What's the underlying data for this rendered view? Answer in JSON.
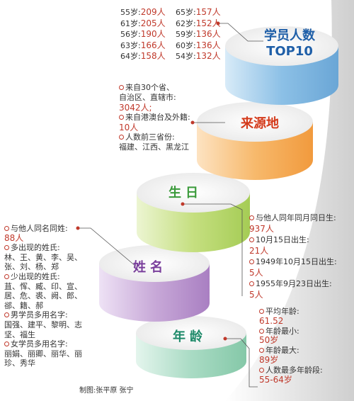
{
  "top10": {
    "title_line1": "学员人数",
    "title_line2": "TOP10",
    "entries": [
      {
        "age": "55岁:",
        "count": "209人"
      },
      {
        "age": "65岁:",
        "count": "157人"
      },
      {
        "age": "61岁:",
        "count": "205人"
      },
      {
        "age": "62岁:",
        "count": "152人"
      },
      {
        "age": "56岁:",
        "count": "190人"
      },
      {
        "age": "59岁:",
        "count": "136人"
      },
      {
        "age": "63岁:",
        "count": "166人"
      },
      {
        "age": "60岁:",
        "count": "136人"
      },
      {
        "age": "64岁:",
        "count": "158人"
      },
      {
        "age": "54岁:",
        "count": "132人"
      }
    ]
  },
  "source": {
    "label": "来源地",
    "line1": "来自30个省、",
    "line2": "自治区、直辖市:",
    "value1": "3042人;",
    "line3": "来自港澳台及外籍:",
    "value2": "10人",
    "line4": "人数前三省份:",
    "line5": "福建、江西、黑龙江"
  },
  "birthday": {
    "label": "生日",
    "line1": "与他人同年同月同日生:",
    "value1": "937人",
    "line2": "10月15日出生:",
    "value2": "21人",
    "line3": "1949年10月15日出生:",
    "value3": "5人",
    "line4": "1955年9月23日出生:",
    "value4": "5人"
  },
  "name": {
    "label": "姓名",
    "line1": "与他人同名同姓:",
    "value1": "88人",
    "line2": "多出现的姓氏:",
    "line3": "林、王、黄、李、吴、",
    "line4": "张、刘、杨、郑",
    "line5": "少出现的姓氏:",
    "line6": "苴、恽、臧、印、宣、",
    "line7": "居、危、裘、阙、郎、",
    "line8": "郤、籍、郝",
    "line9": "男学员多用名字:",
    "line10": "国强、建平、黎明、志",
    "line11": "坚、福生",
    "line12": "女学员多用名字:",
    "line13": "丽娟、丽卿、丽华、丽",
    "line14": "珍、秀华"
  },
  "age": {
    "label": "年龄",
    "line1": "平均年龄:",
    "value1": "61.52",
    "line2": "年龄最小:",
    "value2": "50岁",
    "line3": "年龄最大:",
    "value3": "89岁",
    "line4": "人数最多年龄段:",
    "value4": "55-64岁"
  },
  "credit": "制图:张平原  张宁",
  "colors": {
    "top10_cylinder": "#8cc0e6",
    "source_cylinder": "#f7b96c",
    "birthday_cylinder": "#c5df80",
    "name_cylinder": "#c8a9d8",
    "age_cylinder": "#a9dbc4",
    "title_blue": "#1f5fa8",
    "label_red": "#d43a1b",
    "label_green": "#3a9a3a",
    "label_purple": "#7a3f9c",
    "label_teal": "#1f8a6a",
    "value_red": "#c0392b"
  }
}
